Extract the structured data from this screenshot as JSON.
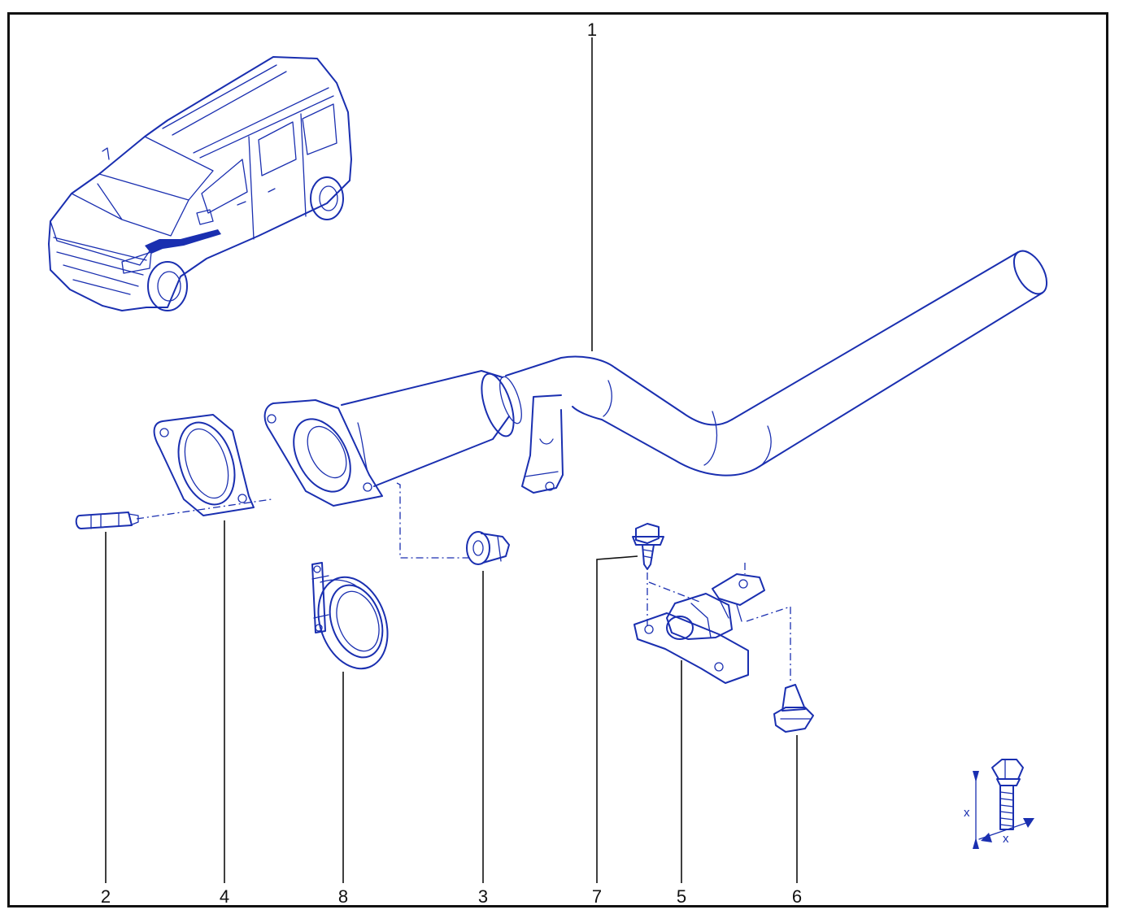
{
  "colors": {
    "ink": "#1a2fb0",
    "frame": "#111111",
    "leader": "#111111"
  },
  "callouts": {
    "p1": "1",
    "p2": "2",
    "p3": "3",
    "p4": "4",
    "p5": "5",
    "p6": "6",
    "p7": "7",
    "p8": "8"
  },
  "dimension": {
    "x_vertical": "x",
    "x_horizontal": "x"
  },
  "icons": [
    "vehicle-locator-icon",
    "bolt-dimension-icon"
  ]
}
